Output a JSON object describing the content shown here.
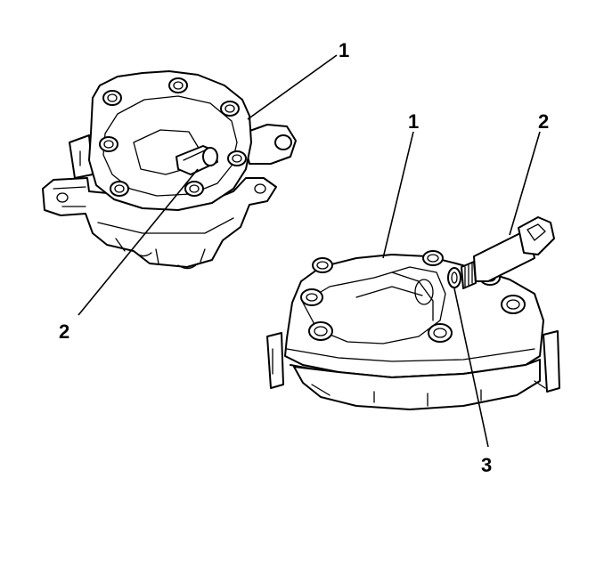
{
  "callouts": {
    "left_1": "1",
    "left_2": "2",
    "right_1": "1",
    "right_2": "2",
    "right_3": "3"
  }
}
